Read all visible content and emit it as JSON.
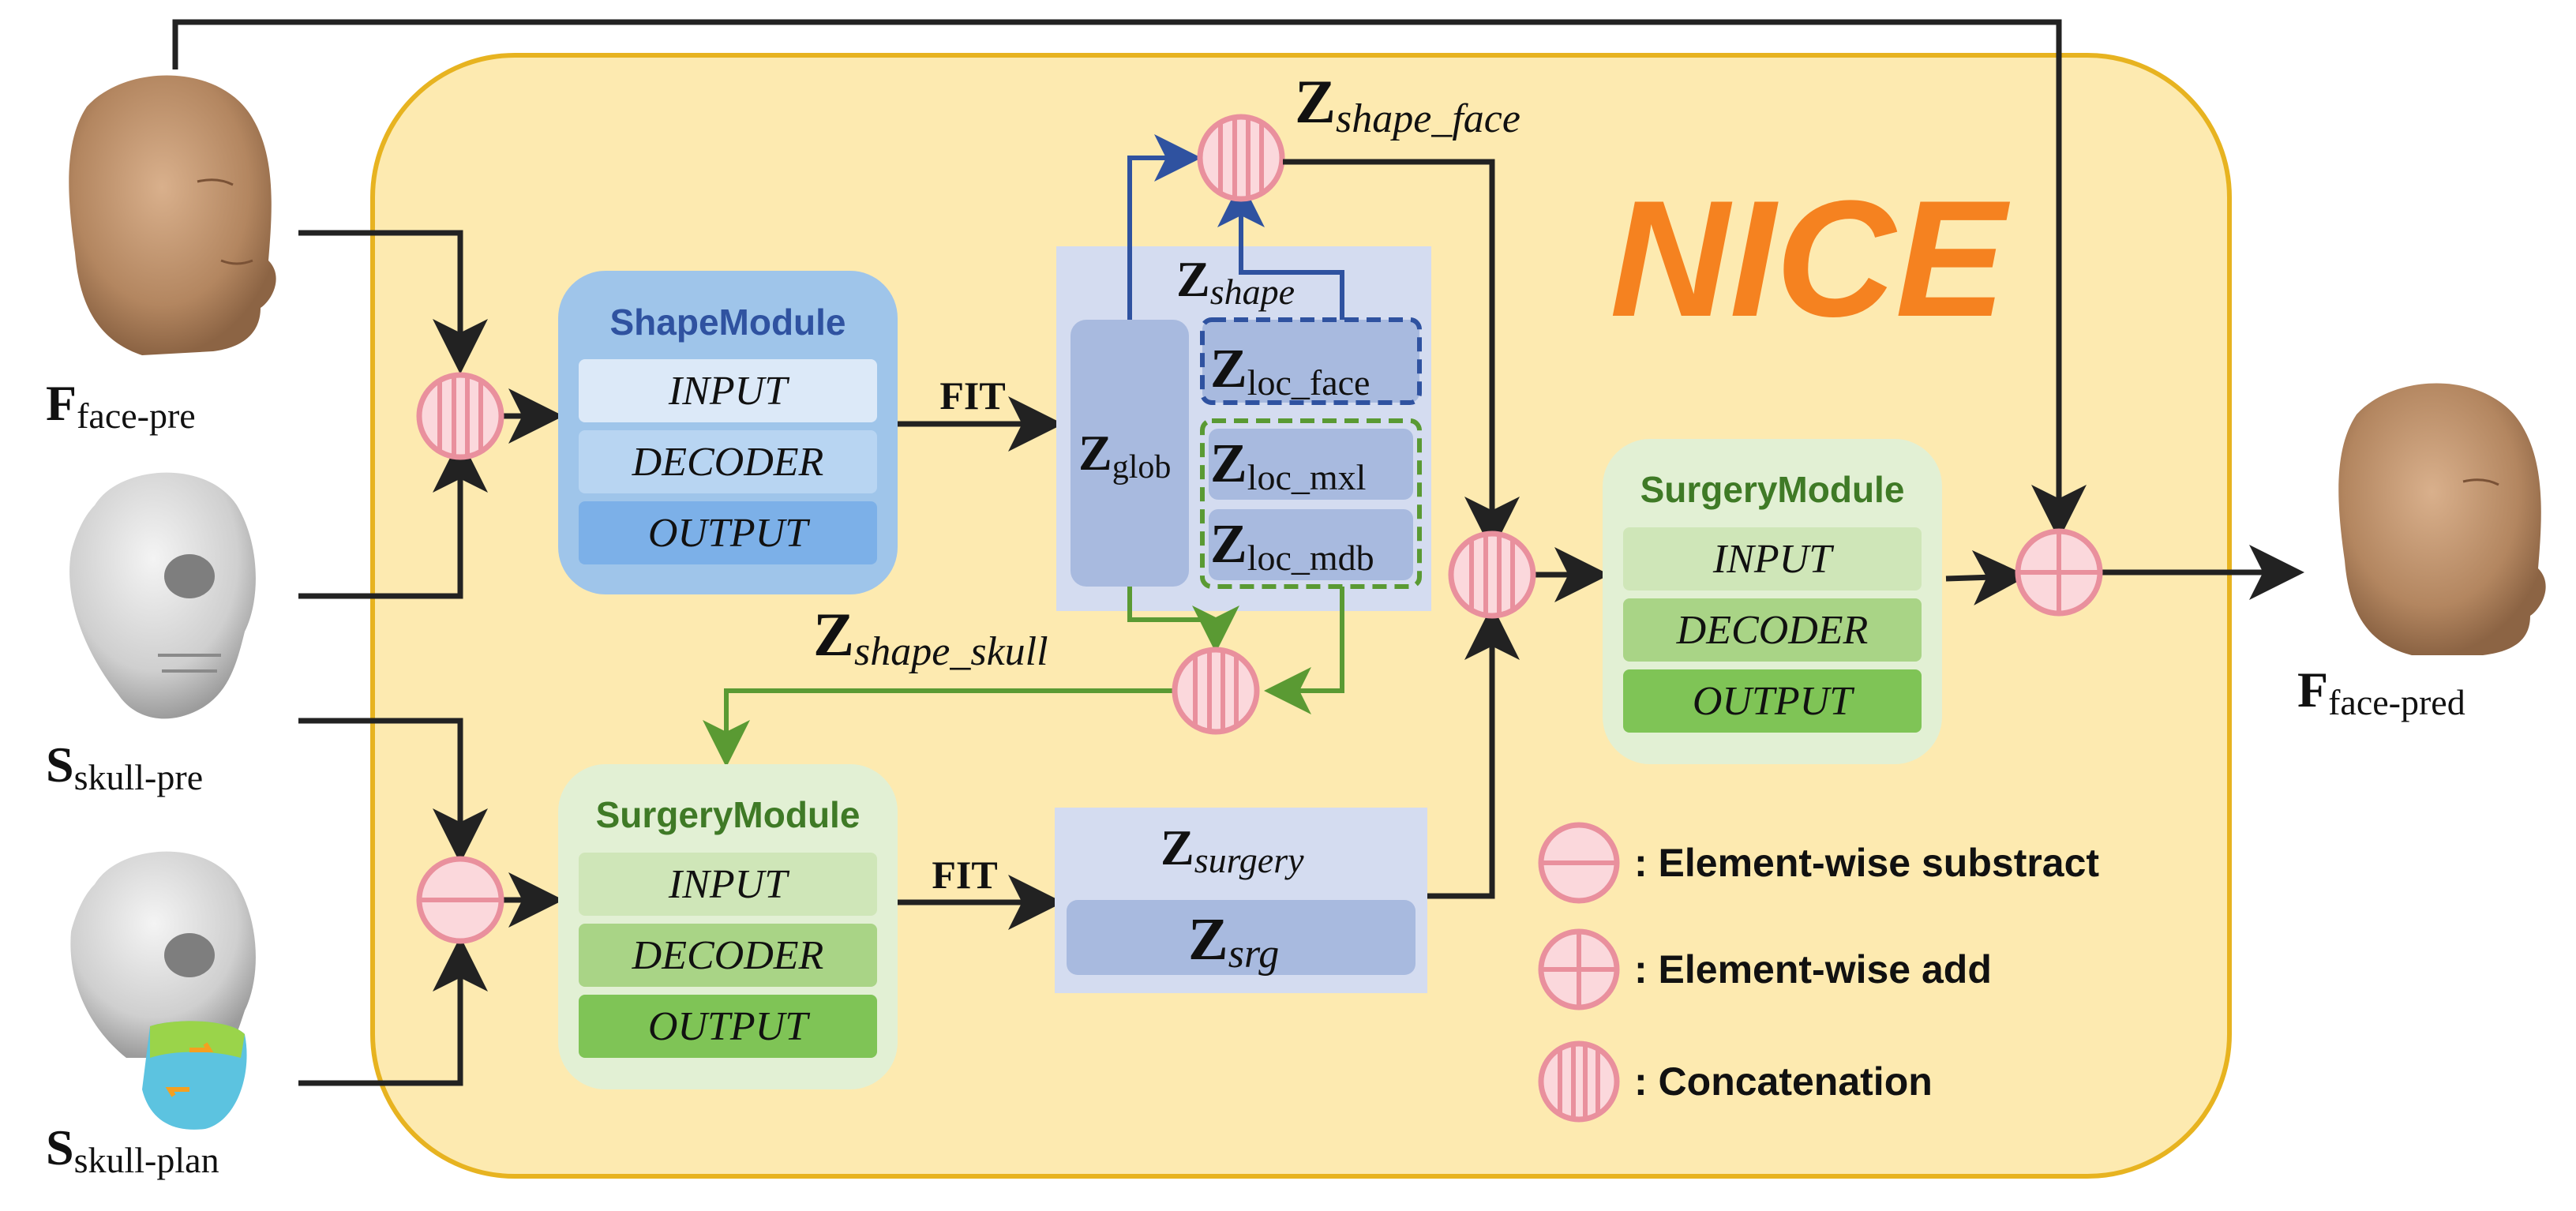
{
  "title": "NICE",
  "colors": {
    "nice_bg": "#fdeab0",
    "nice_border": "#e7b320",
    "nice_title": "#f58220",
    "shape_title": "#2f52a0",
    "surgery_title": "#3f7a26",
    "circle_fill": "#fbd8dc",
    "circle_stroke": "#e9909d",
    "blue_arrow": "#2f52a0",
    "green_arrow": "#5a9a33",
    "black_arrow": "#222222"
  },
  "inputs": {
    "face_pre": {
      "main": "F",
      "sub": "face-pre"
    },
    "skull_pre": {
      "main": "S",
      "sub": "skull-pre"
    },
    "skull_plan": {
      "main": "S",
      "sub": "skull-plan"
    },
    "face_pred": {
      "main": "F",
      "sub": "face-pred"
    }
  },
  "shape_module": {
    "title": "ShapeModule",
    "rows": [
      "INPUT",
      "DECODER",
      "OUTPUT"
    ]
  },
  "surgery_module_bottom": {
    "title": "SurgeryModule",
    "rows": [
      "INPUT",
      "DECODER",
      "OUTPUT"
    ]
  },
  "surgery_module_right": {
    "title": "SurgeryModule",
    "rows": [
      "INPUT",
      "DECODER",
      "OUTPUT"
    ]
  },
  "fit_label_top": "FIT",
  "fit_label_bottom": "FIT",
  "latents": {
    "z_shape": {
      "main": "Z",
      "sub": "shape"
    },
    "z_glob": {
      "main": "Z",
      "sub": "glob"
    },
    "z_loc_face": {
      "main": "Z",
      "sub": "loc_face"
    },
    "z_loc_mxl": {
      "main": "Z",
      "sub": "loc_mxl"
    },
    "z_loc_mdb": {
      "main": "Z",
      "sub": "loc_mdb"
    },
    "z_shape_face": {
      "main": "Z",
      "sub": "shape_face"
    },
    "z_shape_skull": {
      "main": "Z",
      "sub": "shape_skull"
    },
    "z_surgery": {
      "main": "Z",
      "sub": "surgery"
    },
    "z_srg": {
      "main": "Z",
      "sub": "srg"
    }
  },
  "legend": {
    "subtract": ": Element-wise substract",
    "add": ": Element-wise add",
    "concat": ": Concatenation"
  }
}
